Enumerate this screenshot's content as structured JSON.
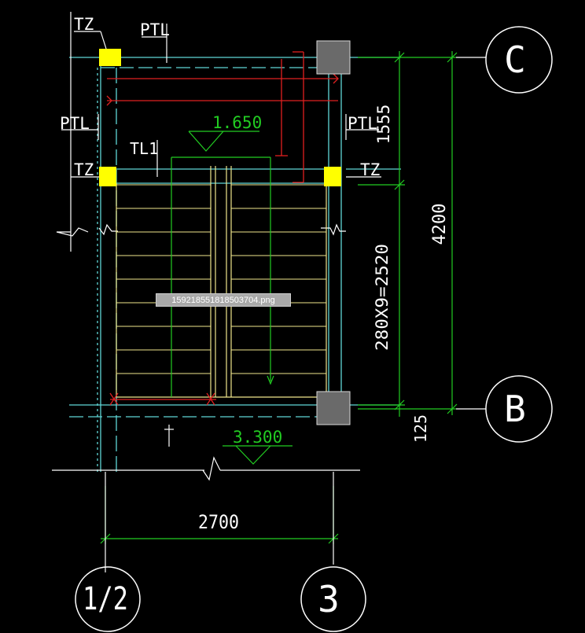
{
  "colors": {
    "background": "#000000",
    "wall": "#5fd7d7",
    "stair": "#f0e68c",
    "green_line": "#22cc22",
    "red_line": "#e02020",
    "white_line": "#ffffff",
    "column_yellow": "#ffff00",
    "column_grey": "#6a6a6a"
  },
  "labels": {
    "tz_top_left": "TZ",
    "ptl_top": "PTL",
    "ptl_left": "PTL",
    "ptl_right": "PTL",
    "tl1": "TL1",
    "tz_mid_left": "TZ",
    "tz_mid_right": "TZ",
    "level_top": "1.650",
    "level_bottom": "3.300",
    "dim_1555": "1555",
    "dim_4200": "4200",
    "dim_stairs": "280X9=2520",
    "dim_125": "125",
    "dim_2700": "2700"
  },
  "axes": {
    "axis_c": "C",
    "axis_b": "B",
    "axis_1_2": "1/2",
    "axis_3": "3"
  },
  "watermark": "159218551818503704.png",
  "icons": {
    "level_marker": "triangle-elevation-symbol",
    "break_line": "break-line-symbol"
  }
}
